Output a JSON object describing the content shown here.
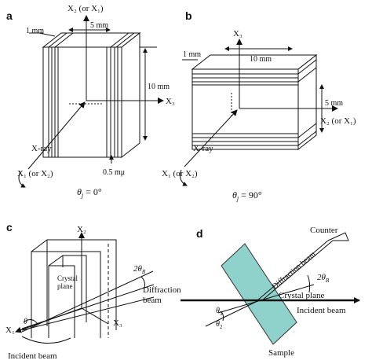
{
  "panels": {
    "a": {
      "letter": "a",
      "axis_top": "X₂ (or X₁)",
      "axis_right": "X₃",
      "axis_left_bottom": "X₁ (or X₂)",
      "xray": "X-ray",
      "dim_thick": "1 mm",
      "dim_width": "5 mm",
      "dim_height": "10 mm",
      "dim_bottom": "0.5 mμ",
      "theta_prefix": "θ",
      "theta_sub": "j",
      "theta_value": " = 0°"
    },
    "b": {
      "letter": "b",
      "axis_top": "X₃",
      "axis_right": "X₂ (or X₁)",
      "axis_left_bottom": "X₁ (or X₂)",
      "xray": "X-ray",
      "dim_thick": "1 mm",
      "dim_width": "10 mm",
      "dim_height": "5 mm",
      "theta_prefix": "θ",
      "theta_sub": "j",
      "theta_value": " = 90°"
    },
    "c": {
      "letter": "c",
      "axis_top": "X₂",
      "axis_left": "X₁",
      "axis_right": "X₃",
      "theta": "θ",
      "crystal_plane": [
        "Crystal",
        "plane"
      ],
      "two_theta": "2θ",
      "two_theta_sub": "B",
      "diffraction": [
        "Diffraction",
        "beam"
      ],
      "incident": "Incident beam"
    },
    "d": {
      "letter": "d",
      "counter": "Counter",
      "diffraction_beam": "Diffraction beam",
      "two_theta": "2θ",
      "two_theta_sub": "B",
      "crystal_plane": "Crystal plane",
      "theta3": "θ",
      "theta3_sub": "3",
      "theta2": "θ",
      "theta2_sub": "2",
      "incident": "Incident beam",
      "sample": "Sample"
    }
  },
  "colors": {
    "line": "#111111",
    "sample_fill": "#8fd2cc",
    "background": "#ffffff"
  }
}
